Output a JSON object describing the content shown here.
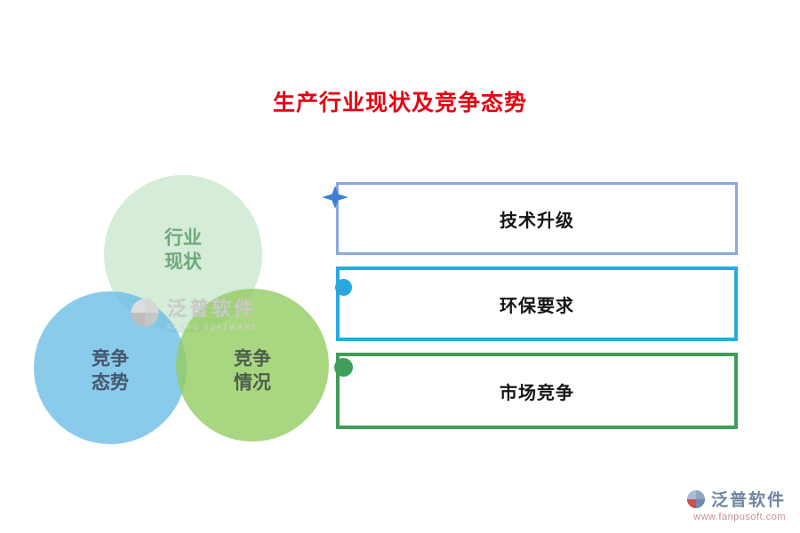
{
  "title": {
    "text": "生产行业现状及竞争态势",
    "color": "#e60012"
  },
  "venn": {
    "top_circle": {
      "label": "行业\n现状",
      "fill": "rgba(208,234,213,0.92)",
      "text_color": "#6fa87b"
    },
    "left_circle": {
      "label": "竞争\n态势",
      "fill": "rgba(105,188,231,0.78)",
      "text_color": "#44576b"
    },
    "right_circle": {
      "label": "竞争\n情况",
      "fill": "rgba(148,204,96,0.80)",
      "text_color": "#4c5f4b"
    }
  },
  "items": [
    {
      "label": "技术升级",
      "border_color": "#8ca8de",
      "marker": "sparkle-star",
      "marker_color": "#3f7fd4"
    },
    {
      "label": "环保要求",
      "border_color": "#29a9e2",
      "marker": "dot",
      "marker_color": "#29a7de"
    },
    {
      "label": "市场竞争",
      "border_color": "#3f9e59",
      "marker": "dot",
      "marker_color": "#3f9e59"
    }
  ],
  "watermark": {
    "brand": "泛普软件",
    "tagline": "FANPU SOFTWARE",
    "color": "#c9c9c9"
  },
  "footer": {
    "brand": "泛普软件",
    "brand_color": "#6e86a0",
    "url": "www.fanpusoft.com",
    "url_color": "#c98f8f"
  }
}
